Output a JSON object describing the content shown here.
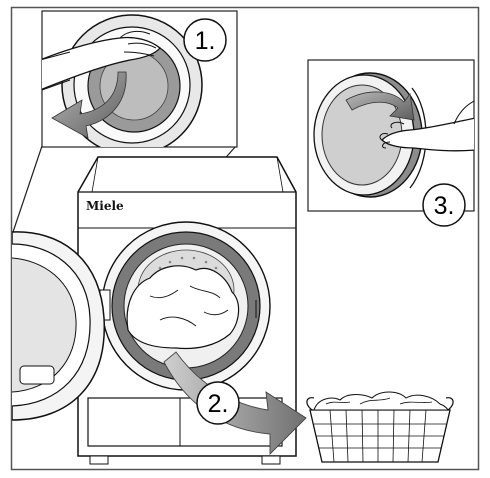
{
  "brand": "Miele",
  "steps": [
    {
      "label": "1."
    },
    {
      "label": "2."
    },
    {
      "label": "3."
    }
  ],
  "colors": {
    "frame": "#555555",
    "arrow_dark": "#6e6e6e",
    "arrow_light": "#b4b4b4",
    "seal_gray": "#7a7a7a",
    "drum_gray": "#d9d9d9"
  }
}
